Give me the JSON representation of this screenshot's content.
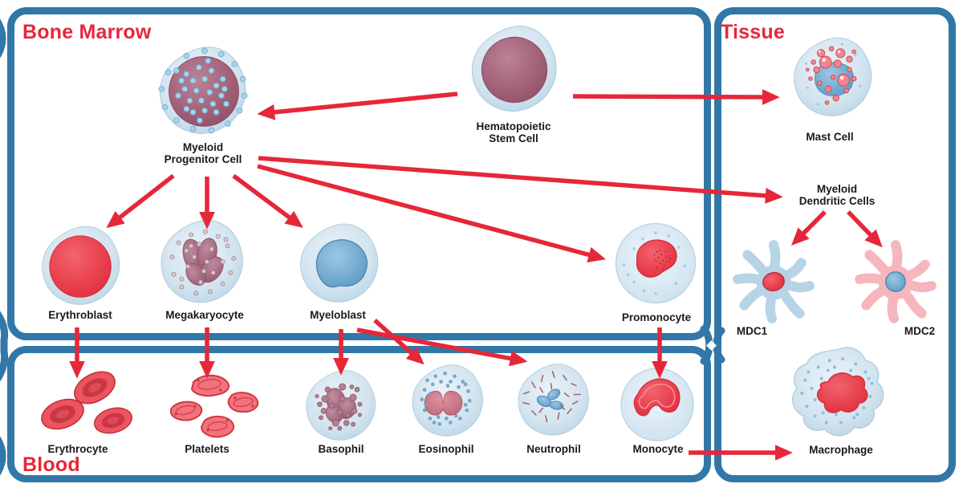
{
  "title": "Hematopoiesis diagram",
  "regions": {
    "bone_marrow": {
      "label": "Bone Marrow"
    },
    "blood": {
      "label": "Blood"
    },
    "tissue": {
      "label": "Tissue"
    }
  },
  "cells": {
    "hsc": {
      "label": "Hematopoietic\nStem Cell"
    },
    "myeloid_progenitor": {
      "label": "Myeloid\nProgenitor Cell"
    },
    "erythroblast": {
      "label": "Erythroblast"
    },
    "megakaryocyte": {
      "label": "Megakaryocyte"
    },
    "myeloblast": {
      "label": "Myeloblast"
    },
    "promonocyte": {
      "label": "Promonocyte"
    },
    "erythrocyte": {
      "label": "Erythrocyte"
    },
    "platelets": {
      "label": "Platelets"
    },
    "basophil": {
      "label": "Basophil"
    },
    "eosinophil": {
      "label": "Eosinophil"
    },
    "neutrophil": {
      "label": "Neutrophil"
    },
    "monocyte": {
      "label": "Monocyte"
    },
    "mast_cell": {
      "label": "Mast Cell"
    },
    "mdc_group": {
      "label": "Myeloid\nDendritic Cells"
    },
    "mdc1": {
      "label": "MDC1"
    },
    "mdc2": {
      "label": "MDC2"
    },
    "macrophage": {
      "label": "Macrophage"
    }
  },
  "lineage_arrows": [
    {
      "from": "Hematopoietic Stem Cell",
      "to": "Myeloid Progenitor Cell"
    },
    {
      "from": "Hematopoietic Stem Cell",
      "to": "Mast Cell"
    },
    {
      "from": "Myeloid Progenitor Cell",
      "to": "Erythroblast"
    },
    {
      "from": "Myeloid Progenitor Cell",
      "to": "Megakaryocyte"
    },
    {
      "from": "Myeloid Progenitor Cell",
      "to": "Myeloblast"
    },
    {
      "from": "Myeloid Progenitor Cell",
      "to": "Promonocyte"
    },
    {
      "from": "Myeloid Progenitor Cell",
      "to": "Myeloid Dendritic Cells"
    },
    {
      "from": "Erythroblast",
      "to": "Erythrocyte"
    },
    {
      "from": "Megakaryocyte",
      "to": "Platelets"
    },
    {
      "from": "Myeloblast",
      "to": "Basophil"
    },
    {
      "from": "Myeloblast",
      "to": "Eosinophil"
    },
    {
      "from": "Myeloblast",
      "to": "Neutrophil"
    },
    {
      "from": "Promonocyte",
      "to": "Monocyte"
    },
    {
      "from": "Myeloid Dendritic Cells",
      "to": "MDC1"
    },
    {
      "from": "Myeloid Dendritic Cells",
      "to": "MDC2"
    },
    {
      "from": "Monocyte",
      "to": "Macrophage"
    }
  ],
  "colors": {
    "frame_blue": "#3177a7",
    "label_red": "#e62739",
    "arrow_red": "#e62739",
    "text_black": "#1a1a1a",
    "cytoplasm_blue": "#c9dfec",
    "nucleus_maroon": "#9d5a73",
    "nucleus_red": "#e8404f",
    "nucleus_blue": "#5f9dc7",
    "pink": "#f6b6be"
  }
}
